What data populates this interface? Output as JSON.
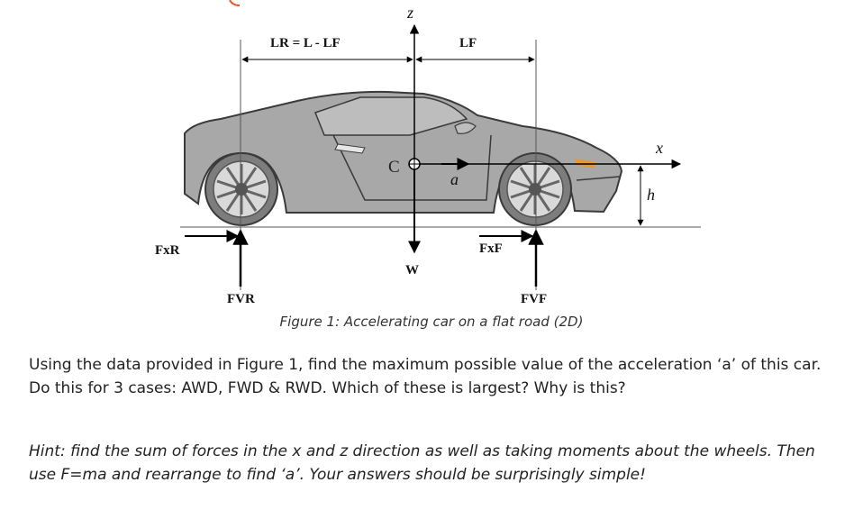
{
  "diagram": {
    "labels": {
      "lr": "LR = L - LF",
      "lf": "LF",
      "z": "z",
      "x": "x",
      "h": "h",
      "a": "a",
      "cg": "C",
      "w": "W",
      "fxr": "FxR",
      "fxf": "FxF",
      "fvr": "FVR",
      "fvf": "FVF"
    },
    "colors": {
      "body": "#a8a8a8",
      "outline": "#3a3a3a",
      "tire": "#7d7d7d",
      "rim": "#d9d9d9",
      "headlight": "#e69a2e",
      "line": "#000000"
    }
  },
  "caption": "Figure 1: Accelerating car on a flat road (2D)",
  "question": "Using the data provided in Figure 1, find the maximum possible value of the acceleration ‘a’ of this car. Do this for 3 cases: AWD, FWD & RWD. Which of these is largest? Why is this?",
  "hint": "Hint: find the sum of forces in the x and z direction as well as taking moments about the wheels. Then use F=ma and rearrange to find ‘a’. Your answers should be surprisingly simple!"
}
